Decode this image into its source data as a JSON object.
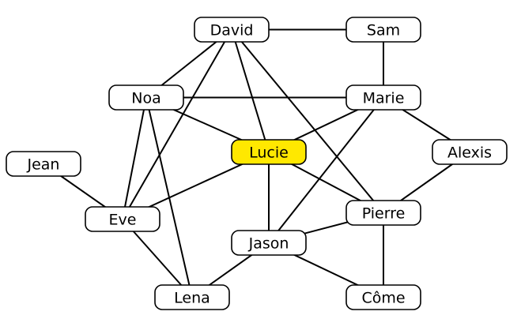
{
  "colors": {
    "node_fill": "#ffffff",
    "highlight_fill": "#ffe800",
    "edge": "#000000",
    "border": "#000000"
  },
  "nodes": [
    {
      "id": "david",
      "label": "David",
      "highlight": false
    },
    {
      "id": "sam",
      "label": "Sam",
      "highlight": false
    },
    {
      "id": "noa",
      "label": "Noa",
      "highlight": false
    },
    {
      "id": "marie",
      "label": "Marie",
      "highlight": false
    },
    {
      "id": "lucie",
      "label": "Lucie",
      "highlight": true
    },
    {
      "id": "jean",
      "label": "Jean",
      "highlight": false
    },
    {
      "id": "alexis",
      "label": "Alexis",
      "highlight": false
    },
    {
      "id": "eve",
      "label": "Eve",
      "highlight": false
    },
    {
      "id": "pierre",
      "label": "Pierre",
      "highlight": false
    },
    {
      "id": "jason",
      "label": "Jason",
      "highlight": false
    },
    {
      "id": "lena",
      "label": "Lena",
      "highlight": false
    },
    {
      "id": "come",
      "label": "Côme",
      "highlight": false
    }
  ],
  "edges": [
    [
      "david",
      "sam"
    ],
    [
      "sam",
      "marie"
    ],
    [
      "david",
      "noa"
    ],
    [
      "david",
      "eve"
    ],
    [
      "david",
      "lucie"
    ],
    [
      "david",
      "pierre"
    ],
    [
      "noa",
      "marie"
    ],
    [
      "noa",
      "lucie"
    ],
    [
      "noa",
      "eve"
    ],
    [
      "noa",
      "lena"
    ],
    [
      "marie",
      "lucie"
    ],
    [
      "marie",
      "alexis"
    ],
    [
      "marie",
      "jason"
    ],
    [
      "lucie",
      "eve"
    ],
    [
      "lucie",
      "jason"
    ],
    [
      "lucie",
      "pierre"
    ],
    [
      "jean",
      "eve"
    ],
    [
      "eve",
      "lena"
    ],
    [
      "alexis",
      "pierre"
    ],
    [
      "pierre",
      "jason"
    ],
    [
      "pierre",
      "come"
    ],
    [
      "jason",
      "lena"
    ],
    [
      "jason",
      "come"
    ]
  ]
}
